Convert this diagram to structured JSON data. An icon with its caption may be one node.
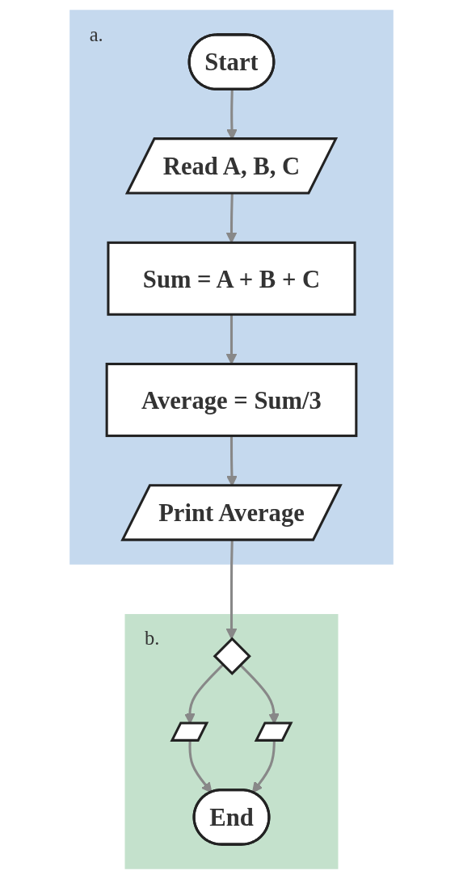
{
  "diagram": {
    "nodes": [
      {
        "text": [
          "a."
        ]
      },
      {
        "text": [
          "Start"
        ],
        "in": 0
      },
      {
        "text": [
          "Read A, B, C"
        ],
        "in": 0
      },
      {
        "text": [
          "Sum = A + B + C"
        ],
        "in": 0
      },
      {
        "text": [
          "Average = Sum/3"
        ],
        "in": 0
      },
      {
        "text": [
          "Print Average"
        ],
        "in": 0
      },
      {
        "text": [
          "b."
        ]
      },
      {
        "text": [],
        "shape": "diamond",
        "in": 6
      },
      {
        "text": [],
        "shape": "parallelogram",
        "in": 6
      },
      {
        "text": [],
        "shape": "parallelogram",
        "in": 6
      },
      {
        "text": [
          "End"
        ],
        "in": 6
      }
    ],
    "edges": [
      {
        "from": 1,
        "to": 2,
        "arrow": "to"
      },
      {
        "from": 2,
        "to": 3,
        "arrow": "to"
      },
      {
        "from": 3,
        "to": 4,
        "arrow": "to"
      },
      {
        "from": 4,
        "to": 5,
        "arrow": "to"
      },
      {
        "from": 5,
        "to": 7,
        "arrow": "to"
      },
      {
        "from": 7,
        "to": 8,
        "arrow": "to"
      },
      {
        "from": 7,
        "to": 9,
        "arrow": "to"
      },
      {
        "from": 8,
        "to": 10,
        "arrow": "to"
      },
      {
        "from": 9,
        "to": 10,
        "arrow": "to"
      }
    ]
  }
}
